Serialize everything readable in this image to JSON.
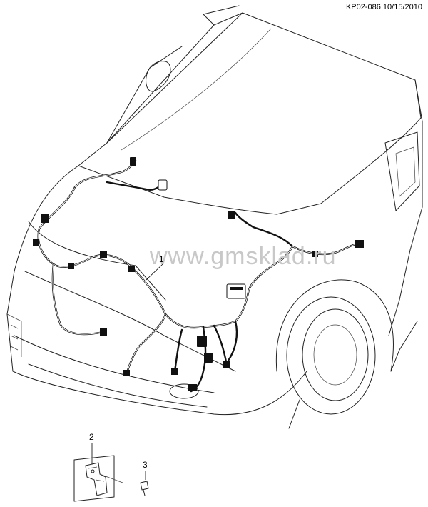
{
  "reference": "KP02-086 10/15/2010",
  "watermark": "www.gmsklad.ru",
  "callouts": {
    "harness": "1",
    "bracket": "2",
    "bolt": "3"
  }
}
